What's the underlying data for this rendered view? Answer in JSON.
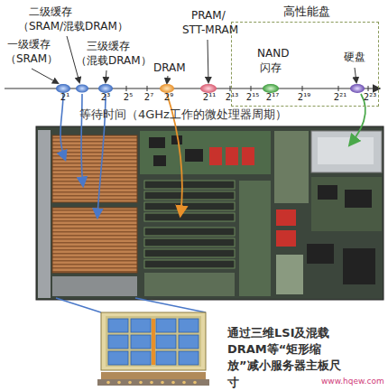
{
  "diagram": {
    "nodes": [
      {
        "text": [
          "高性能盘"
        ]
      }
    ],
    "edges": [],
    "labels": [
      "二级缓存",
      "（SRAM/混载DRAM）",
      "一级缓存",
      "（SRAM）",
      "三级缓存",
      "（混载DRAM）",
      "DRAM",
      "PRAM/",
      "STT-MRAM",
      "NAND",
      "闪存",
      "硬盘",
      "2¹",
      "2³",
      "2⁵",
      "2⁷",
      "2⁹",
      "2¹¹",
      "2¹³",
      "2¹⁵",
      "2¹⁷",
      "2¹⁹",
      "2²¹",
      "2²³",
      "等待时间（4GHz工作的微处理器周期）",
      "通过三维LSI及混载DRAM等“矩形缩放”减小服务器主板尺寸",
      "www.hqew.com"
    ]
  }
}
